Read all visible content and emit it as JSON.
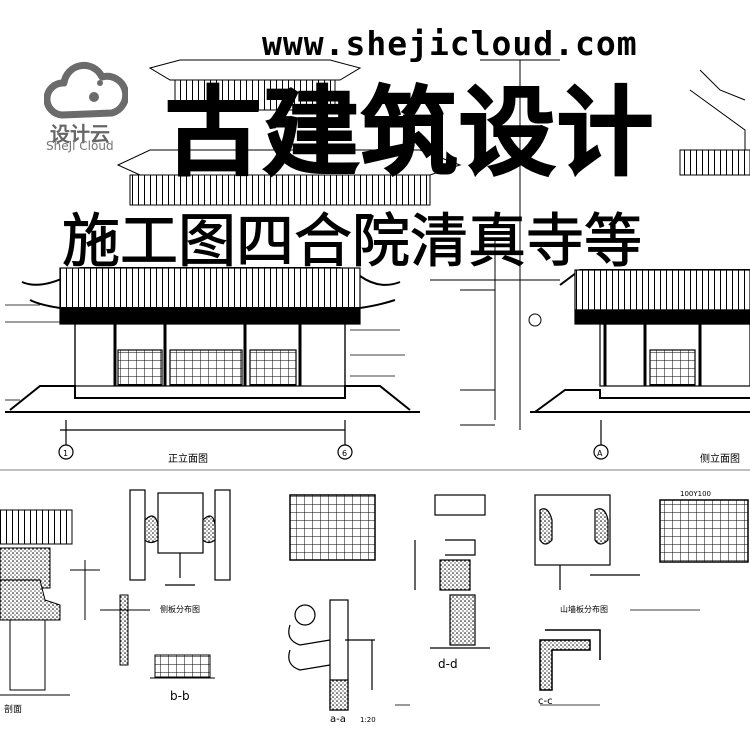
{
  "watermark": {
    "url": "www.shejicloud.com"
  },
  "logo": {
    "name_cn": "设计云",
    "name_en": "SheJi Cloud",
    "icon": "cloud-logo-icon"
  },
  "title": {
    "main": "古建筑设计",
    "sub": "施工图四合院清真寺等"
  },
  "drawing_labels": {
    "front_elevation": "正立面图",
    "side_elevation": "侧立面图",
    "axis_1": "1",
    "axis_6": "6",
    "axis_a": "A",
    "section_b": "b-b",
    "section_d": "d-d",
    "section_c": "c-c",
    "section_a": "a-a",
    "scale_small": "1:20",
    "grid_note": "100Y100",
    "detail_plan_left": "侧板分布图",
    "detail_plan_right": "山墙板分布图",
    "section_label": "剖面"
  },
  "colors": {
    "ink": "#000000",
    "background": "#ffffff",
    "logo_gray": "#6b6b6b"
  }
}
